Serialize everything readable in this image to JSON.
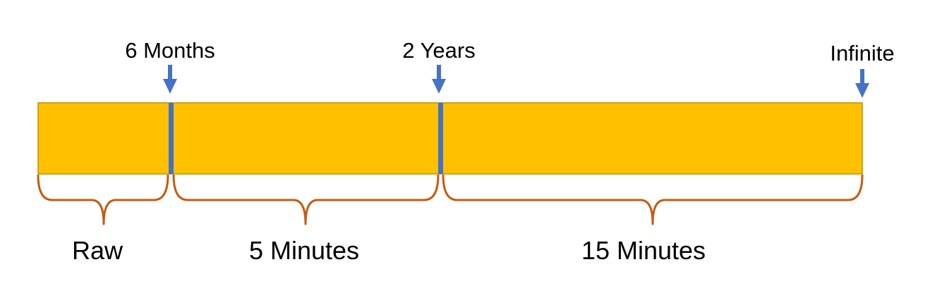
{
  "markers": [
    {
      "label": "6 Months"
    },
    {
      "label": "2 Years"
    },
    {
      "label": "Infinite"
    }
  ],
  "segments": [
    {
      "label": "Raw"
    },
    {
      "label": "5 Minutes"
    },
    {
      "label": "15 Minutes"
    }
  ],
  "colors": {
    "bar_fill": "#FFC000",
    "bar_stroke": "#BF9000",
    "marker": "#4472C4",
    "brace": "#C55A11",
    "text": "#000000"
  },
  "icons": {
    "marker_arrow": "arrow-down-icon",
    "segment_brace": "curly-brace-icon"
  }
}
